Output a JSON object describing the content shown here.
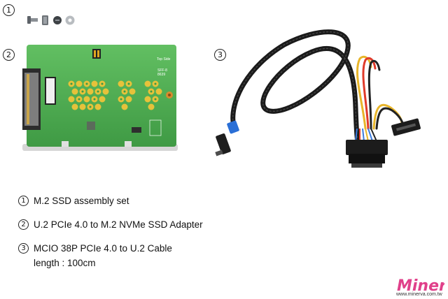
{
  "items": [
    {
      "num": "1",
      "caption": "M.2 SSD assembly set"
    },
    {
      "num": "2",
      "caption": "U.2 PCIe 4.0 to M.2 NVMe SSD Adapter"
    },
    {
      "num": "3",
      "caption": "MCIO 38P PCIe 4.0 to U.2 Cable",
      "caption2": "length : 100cm"
    }
  ],
  "board": {
    "silk_top": "Top Side",
    "silk_model": "SFF-8",
    "silk_sub": "8639"
  },
  "brand": {
    "logo_text": "Minerva",
    "url": "www.minerva.com.tw"
  },
  "colors": {
    "pcb": "#55b455",
    "pad": "#e6c23a",
    "cable": "#1a1a1a",
    "accent": "#2a6fd6"
  }
}
